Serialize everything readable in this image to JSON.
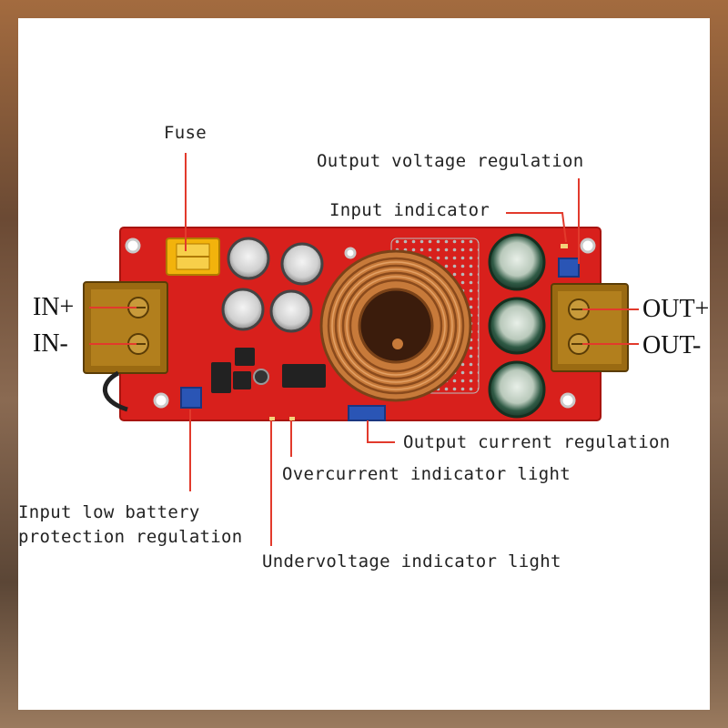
{
  "labels": {
    "fuse": "Fuse",
    "output_voltage_regulation": "Output voltage regulation",
    "input_indicator": "Input indicator",
    "output_current_regulation": "Output current regulation",
    "overcurrent_indicator_light": "Overcurrent indicator light",
    "input_low_battery_line1": "Input low battery",
    "input_low_battery_line2": "protection regulation",
    "undervoltage_indicator_light": "Undervoltage indicator light"
  },
  "terminals": {
    "in_plus": "IN+",
    "in_minus": "IN-",
    "out_plus": "OUT+",
    "out_minus": "OUT-"
  },
  "colors": {
    "pcb": "#d8201c",
    "leader_line": "#e23a2c",
    "copper": "#c77a3a",
    "terminal": "#9a6a12"
  }
}
